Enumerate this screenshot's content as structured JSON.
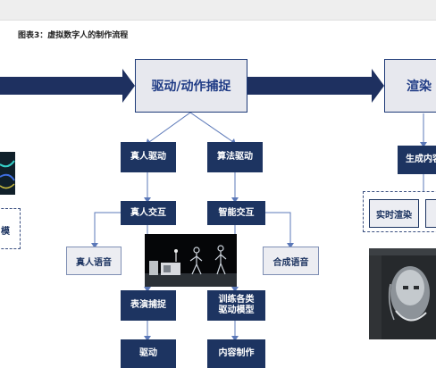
{
  "figure": {
    "title": "图表3：虚拟数字人的制作流程"
  },
  "stages": {
    "capture": "驱动/动作捕捉",
    "render": "渲染"
  },
  "nodes": {
    "human_drive": "真人驱动",
    "algo_drive": "算法驱动",
    "human_interact": "真人交互",
    "smart_interact": "智能交互",
    "human_voice": "真人语音",
    "synth_voice": "合成语音",
    "perf_capture": "表演捕捉",
    "train_model": "训练各类\n驱动模型",
    "drive": "驱动",
    "content_make": "内容制作",
    "gen_content": "生成内容",
    "realtime_render": "实时渲染",
    "left_group_fragment": "模"
  },
  "colors": {
    "navy": "#1d3461",
    "arrow_navy": "#1e3060",
    "stage_fill": "#e7e8ee",
    "light_fill": "#ecedf2",
    "dashed_border": "#3a4f80",
    "connector": "#5b78b8"
  }
}
